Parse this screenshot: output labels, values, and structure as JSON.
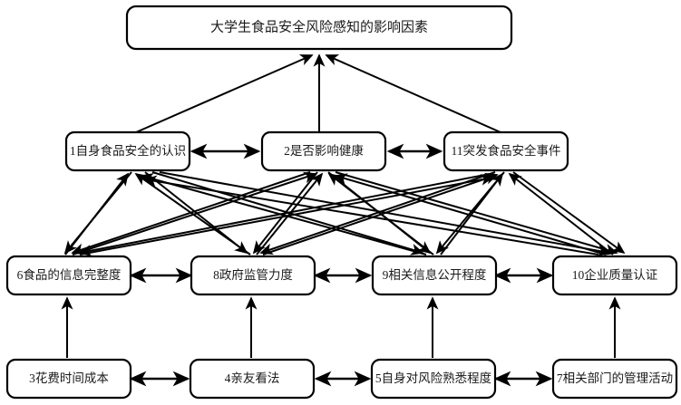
{
  "diagram": {
    "type": "interpretive-structural-model",
    "title_node": {
      "id": "goal",
      "label": "大学生食品安全风险感知的影响因素"
    },
    "levels": [
      {
        "level": 2,
        "nodes": [
          {
            "id": "n1",
            "label": "1自身食品安全的认识"
          },
          {
            "id": "n2",
            "label": "2是否影响健康"
          },
          {
            "id": "n11",
            "label": "11突发食品安全事件"
          }
        ]
      },
      {
        "level": 3,
        "nodes": [
          {
            "id": "n6",
            "label": "6食品的信息完整度"
          },
          {
            "id": "n8",
            "label": "8政府监管力度"
          },
          {
            "id": "n9",
            "label": "9相关信息公开程度"
          },
          {
            "id": "n10",
            "label": "10企业质量认证"
          }
        ]
      },
      {
        "level": 4,
        "nodes": [
          {
            "id": "n3",
            "label": "3花费时间成本"
          },
          {
            "id": "n4",
            "label": "4亲友看法"
          },
          {
            "id": "n5",
            "label": "5自身对风险熟悉程度"
          },
          {
            "id": "n7",
            "label": "7相关部门的管理活动"
          }
        ]
      }
    ],
    "colors": {
      "background": "#ffffff",
      "box_stroke": "#000000",
      "box_fill": "#ffffff",
      "text": "#1a1a1a",
      "edge": "#000000"
    }
  }
}
